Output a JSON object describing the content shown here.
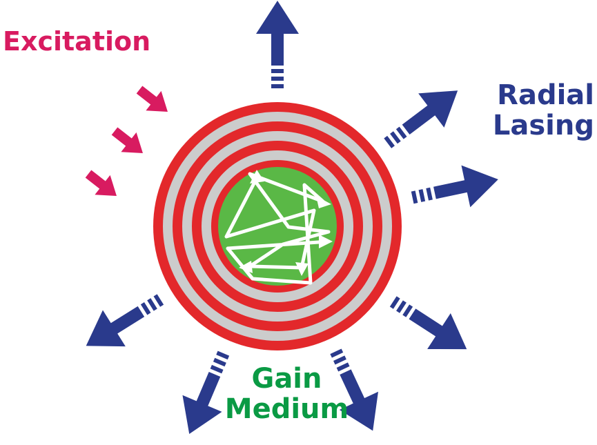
{
  "labels": {
    "excitation": "Excitation",
    "radial_lasing": [
      "Radial",
      "Lasing"
    ],
    "gain_medium": [
      "Gain",
      "Medium"
    ]
  },
  "colors": {
    "excitation": "#d81b60",
    "lasing": "#2a3a8c",
    "gain": "#0a9a44",
    "medium_fill": "#5ab846",
    "ring_red": "#e3282b",
    "ring_gray": "#cccccc",
    "scatter_path": "#ffffff"
  },
  "icons": {
    "excitation_arrow": "pink-arrow-icon",
    "emission_arrow": "blue-arrow-icon"
  }
}
